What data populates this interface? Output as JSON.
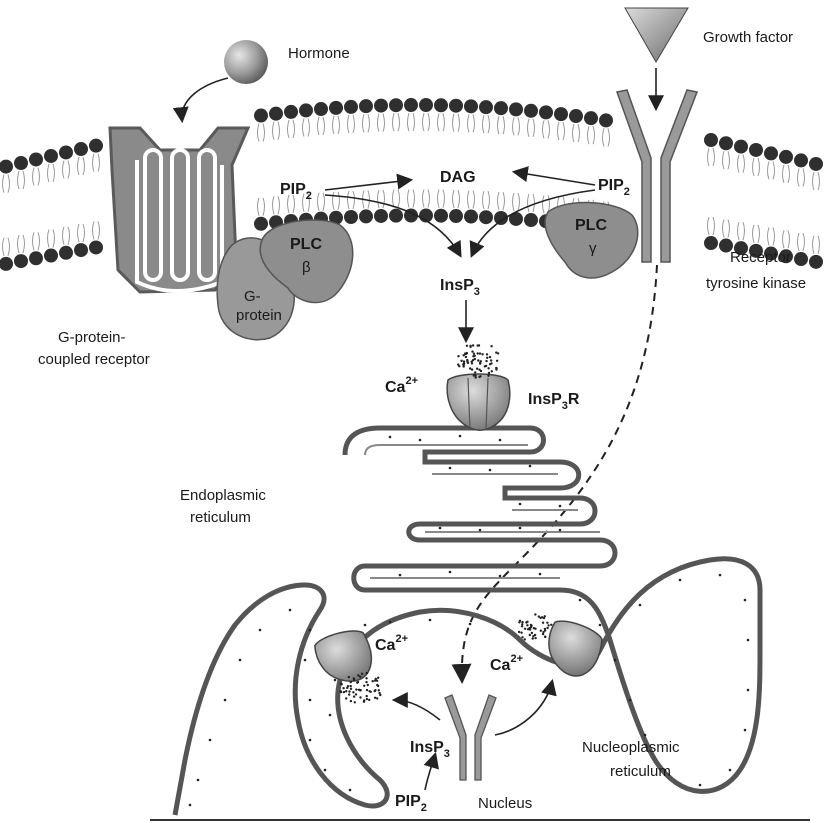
{
  "colors": {
    "head": "#2f2f2f",
    "protein_fill": "#8f8f8f",
    "protein_light": "#b8b8b8",
    "membrane_tail": "#9a9a9a",
    "er_outline": "#555555",
    "arrow": "#222222"
  },
  "labels": {
    "hormone": "Hormone",
    "growth_factor": "Growth factor",
    "dag": "DAG",
    "pip_base": "PIP",
    "pip_sub": "2",
    "plc_beta_1": "PLC",
    "plc_beta_2": "β",
    "plc_gamma_1": "PLC",
    "plc_gamma_2": "γ",
    "gprotein_1": "G-",
    "gprotein_2": "protein",
    "gpcr_1": "G-protein-",
    "gpcr_2": "coupled receptor",
    "rtk_1": "Receptor",
    "rtk_2": "tyrosine kinase",
    "insp_base": "InsP",
    "insp_sub": "3",
    "ca_base": "Ca",
    "ca_sup": "2+",
    "insp3r_base": "InsP",
    "insp3r_sub": "3",
    "insp3r_tail": "R",
    "er_1": "Endoplasmic",
    "er_2": "reticulum",
    "nucleoplasmic_1": "Nucleoplasmic",
    "nucleoplasmic_2": "reticulum",
    "nucleus": "Nucleus"
  },
  "icons": [
    "hormone-ball-icon",
    "growth-factor-triangle-icon",
    "insp3-receptor-icon",
    "calcium-cloud-icon"
  ]
}
